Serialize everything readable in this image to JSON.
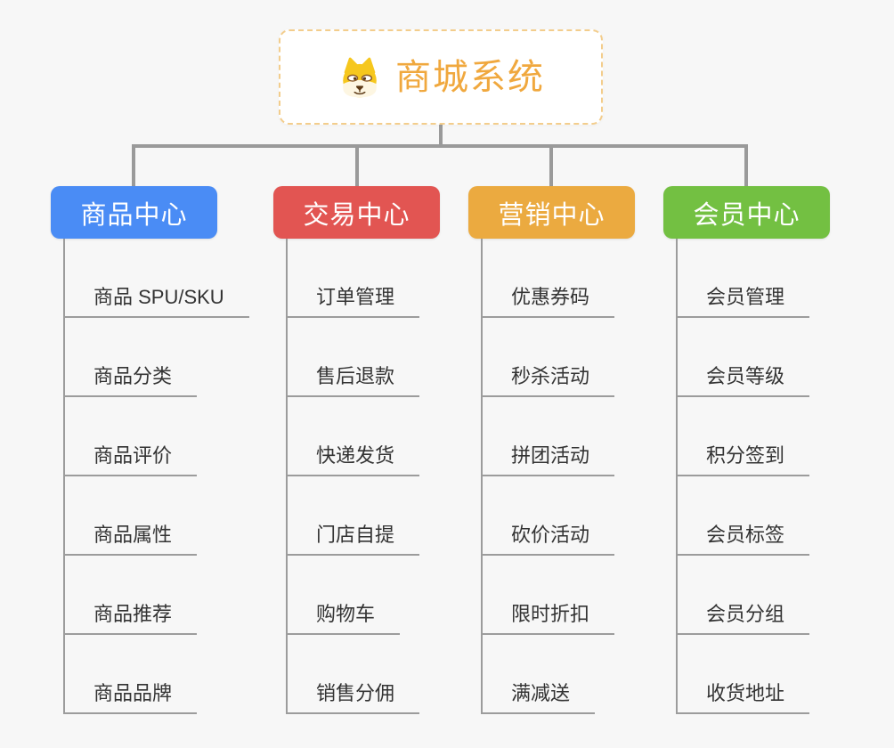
{
  "root": {
    "title": "商城系统",
    "icon": "shiba-dog-icon"
  },
  "branches": [
    {
      "label": "商品中心",
      "color": "#4a8cf5",
      "items": [
        "商品 SPU/SKU",
        "商品分类",
        "商品评价",
        "商品属性",
        "商品推荐",
        "商品品牌"
      ]
    },
    {
      "label": "交易中心",
      "color": "#e25552",
      "items": [
        "订单管理",
        "售后退款",
        "快递发货",
        "门店自提",
        "购物车",
        "销售分佣"
      ]
    },
    {
      "label": "营销中心",
      "color": "#ebaa40",
      "items": [
        "优惠券码",
        "秒杀活动",
        "拼团活动",
        "砍价活动",
        "限时折扣",
        "满减送"
      ]
    },
    {
      "label": "会员中心",
      "color": "#73c042",
      "items": [
        "会员管理",
        "会员等级",
        "积分签到",
        "会员标签",
        "会员分组",
        "收货地址"
      ]
    }
  ],
  "colors": {
    "background": "#f7f7f7",
    "root_accent": "#f0a83e",
    "root_border": "#f3cd8c",
    "connector_line": "#9a9a9a",
    "item_underline": "#9c9c9c",
    "item_text": "#333333"
  }
}
